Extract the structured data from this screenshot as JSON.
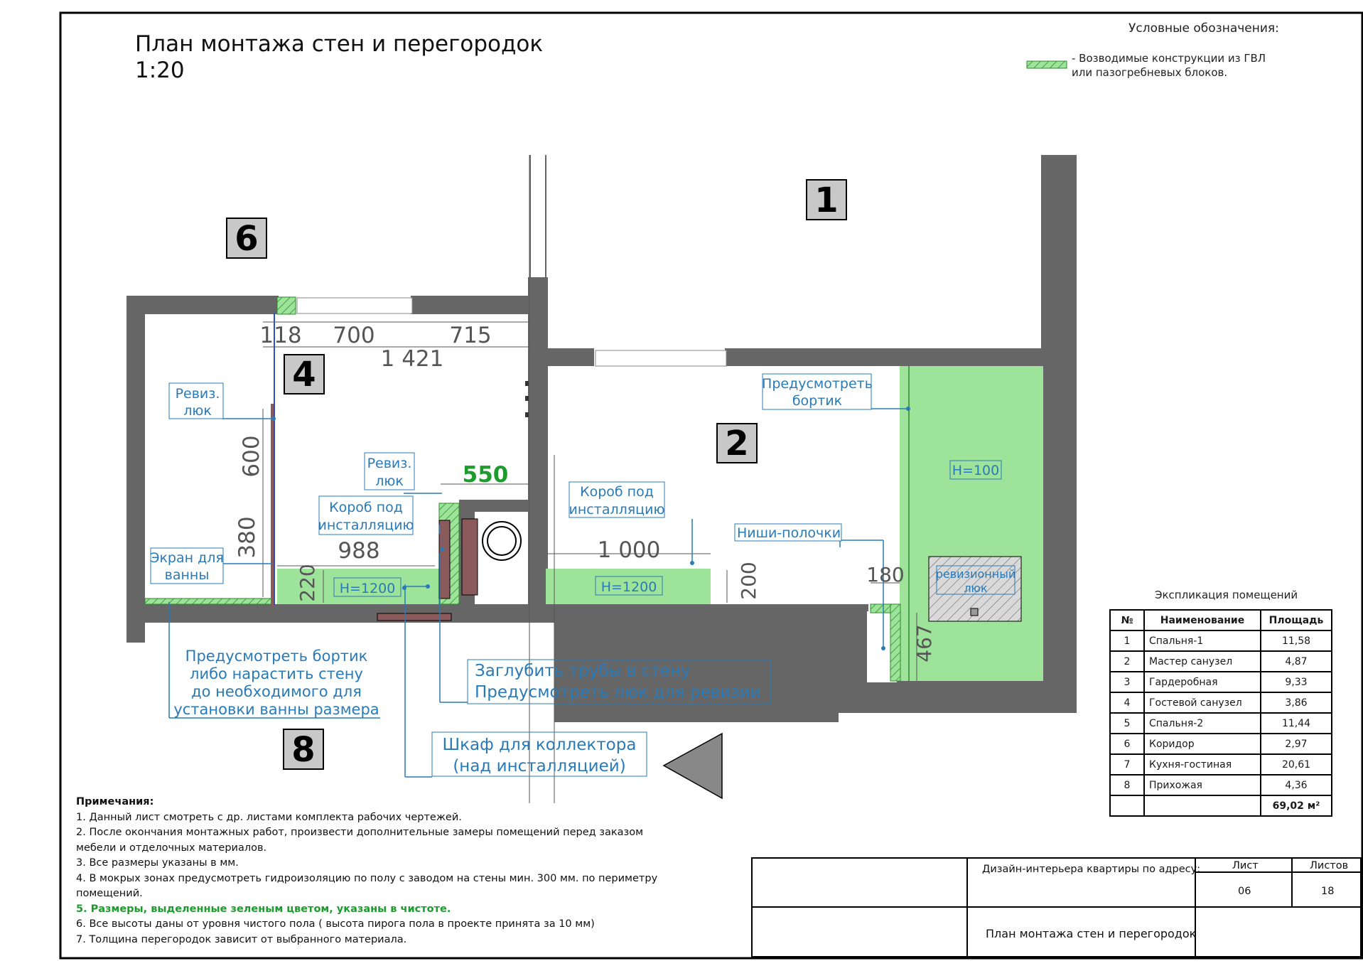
{
  "title": {
    "line1": "План монтажа стен и перегородок",
    "line2": "1:20"
  },
  "legend": {
    "title": "Условные обозначения:",
    "item_text": "- Возводимые конструкции из ГВЛ или пазогребневых блоков.",
    "color": "#9ee39a"
  },
  "rooms": [
    "1",
    "2",
    "4",
    "6",
    "8"
  ],
  "dimensions": {
    "d118": "118",
    "d700": "700",
    "d715": "715",
    "d1421": "1 421",
    "d600": "600",
    "d380": "380",
    "d988": "988",
    "d220": "220",
    "d550": "550",
    "d1000": "1 000",
    "d200": "200",
    "d180": "180",
    "d467": "467"
  },
  "labels": {
    "reviz1": [
      "Ревиз.",
      "люк"
    ],
    "reviz2": [
      "Ревиз.",
      "люк"
    ],
    "korob1": [
      "Короб под",
      "инсталляцию"
    ],
    "korob2": [
      "Короб под",
      "инсталляцию"
    ],
    "ekran": [
      "Экран для",
      "ванны"
    ],
    "bortik": [
      "Предусмотреть",
      "бортик"
    ],
    "nishi": "Ниши-полочки",
    "h100": "H=100",
    "h1200a": "H=1200",
    "h1200b": "H=1200",
    "revluk": [
      "ревизионный",
      "люк"
    ],
    "bortik_bath": [
      "Предусмотреть бортик",
      "либо нарастить стену",
      "до необходимого для",
      "установки ванны размера"
    ],
    "truby": [
      "Заглубить трубы в стену",
      "Предусмотреть люк для ревизии"
    ],
    "shkaf": [
      "Шкаф для коллектора",
      "(над инсталляцией)"
    ]
  },
  "explication": {
    "caption": "Экспликация помещений",
    "headers": [
      "№",
      "Наименование",
      "Площадь"
    ],
    "rows": [
      {
        "n": "1",
        "name": "Спальня-1",
        "area": "11,58"
      },
      {
        "n": "2",
        "name": "Мастер санузел",
        "area": "4,87"
      },
      {
        "n": "3",
        "name": "Гардеробная",
        "area": "9,33"
      },
      {
        "n": "4",
        "name": "Гостевой санузел",
        "area": "3,86"
      },
      {
        "n": "5",
        "name": "Спальня-2",
        "area": "11,44"
      },
      {
        "n": "6",
        "name": "Коридор",
        "area": "2,97"
      },
      {
        "n": "7",
        "name": "Кухня-гостиная",
        "area": "20,61"
      },
      {
        "n": "8",
        "name": "Прихожая",
        "area": "4,36"
      }
    ],
    "total": "69,02 м²"
  },
  "notes": {
    "heading": "Примечания:",
    "items": [
      "1. Данный лист смотреть с др. листами комплекта рабочих чертежей.",
      "2. После окончания монтажных работ, произвести дополнительные замеры помещений перед заказом мебели и отделочных материалов.",
      "3. Все размеры указаны в мм.",
      "4. В мокрых зонах предусмотреть гидроизоляцию по полу с заводом на стены мин. 300 мм. по периметру помещений."
    ],
    "highlight": "5. Размеры, выделенные зеленым цветом, указаны в чистоте.",
    "items_after": [
      "6. Все высоты даны от уровня чистого пола ( высота пирога пола в проекте принята за 10 мм)",
      "7. Толщина перегородок зависит от выбранного материала."
    ]
  },
  "stamp": {
    "address_label": "Дизайн-интерьера квартиры по адресу:",
    "sheet_label": "Лист",
    "sheets_label": "Листов",
    "sheet_value": "06",
    "sheets_value": "18",
    "sheet_title": "План монтажа стен и перегородок"
  },
  "colors": {
    "wall": "#666666",
    "green": "#9ee39a",
    "label_blue": "#2a7ab8",
    "box_brown": "#8b5a5a"
  }
}
